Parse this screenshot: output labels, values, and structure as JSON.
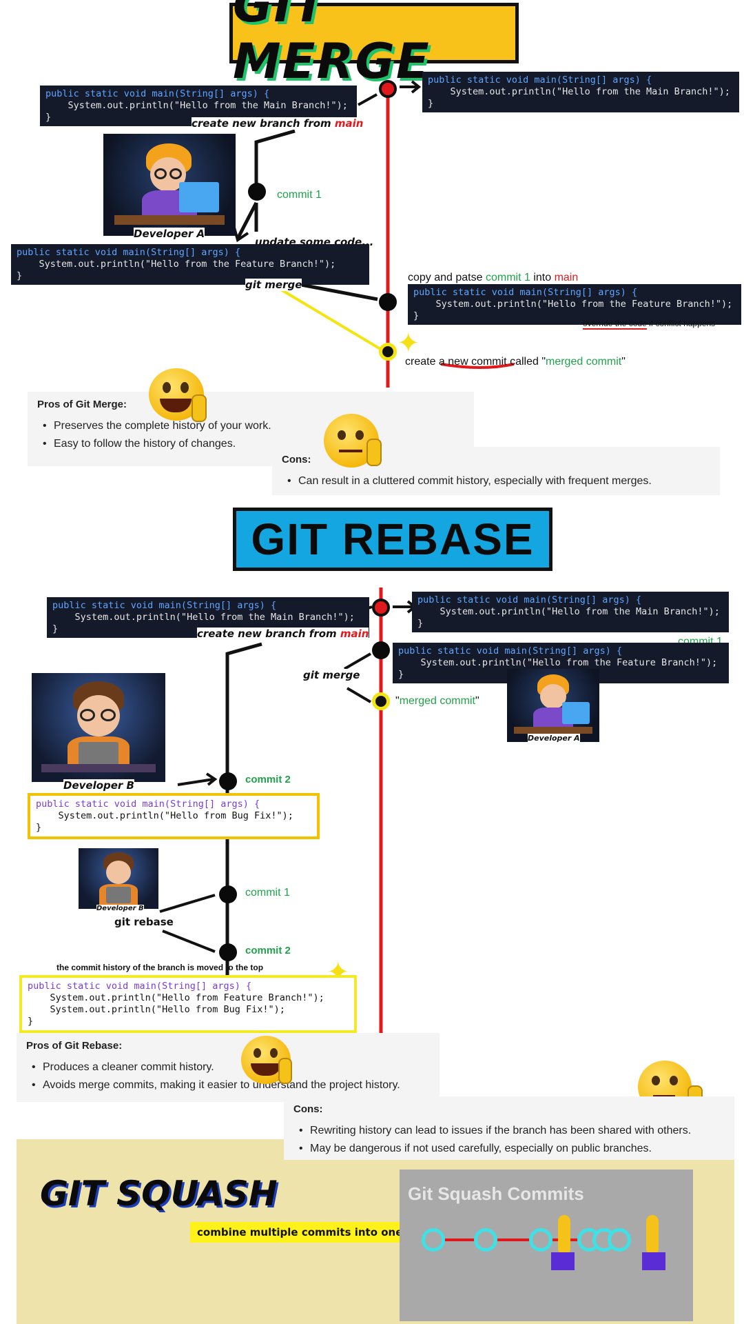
{
  "merge": {
    "title": "GIT MERGE",
    "code_main_left": [
      "public static void main(String[] args) {",
      "    System.out.println(\"Hello from the Main Branch!\");",
      "}"
    ],
    "code_main_right": [
      "public static void main(String[] args) {",
      "    System.out.println(\"Hello from the Main Branch!\");",
      "}"
    ],
    "create_branch_prefix": "create new branch from ",
    "create_branch_main": "main",
    "commit1": "commit 1",
    "dev_a": "Developer A",
    "update_code": "update some code...",
    "code_feature": [
      "public static void main(String[] args) {",
      "    System.out.println(\"Hello from the Feature Branch!\");",
      "}"
    ],
    "git_merge": "git merge",
    "copy_paste_1": "copy and patse ",
    "copy_paste_commit": "commit 1",
    "copy_paste_into": " into ",
    "copy_paste_main": "main",
    "code_merged": [
      "public static void main(String[] args) {",
      "    System.out.println(\"Hello from the Feature Branch!\");",
      "}"
    ],
    "override_note_a": "override the code",
    "override_note_b": " if conflict happens",
    "new_commit_a": "create ",
    "new_commit_b": "a new commit",
    "new_commit_c": " called \"",
    "new_commit_d": "merged commit",
    "new_commit_e": "\"",
    "pros_title": "Pros of Git Merge:",
    "pros": [
      "Preserves the complete history of your work.",
      "Easy to follow the history of changes."
    ],
    "cons_title": "Cons:",
    "cons": [
      "Can result in a cluttered commit history, especially with frequent merges."
    ]
  },
  "rebase": {
    "title": "GIT REBASE",
    "code_main_left": [
      "public static void main(String[] args) {",
      "    System.out.println(\"Hello from the Main Branch!\");",
      "}"
    ],
    "code_main_right": [
      "public static void main(String[] args) {",
      "    System.out.println(\"Hello from the Main Branch!\");",
      "}"
    ],
    "create_branch_prefix": "create new branch from ",
    "create_branch_main": "main",
    "code_feature": [
      "public static void main(String[] args) {",
      "    System.out.println(\"Hello from the Feature Branch!\");",
      "}"
    ],
    "commit1_top": "commit 1",
    "git_merge": "git merge",
    "merged_commit_q1": "\"",
    "merged_commit": "merged commit",
    "merged_commit_q2": "\"",
    "dev_a": "Developer A",
    "dev_b": "Developer B",
    "commit2": "commit 2",
    "code_bugfix": [
      "public static void main(String[] args) {",
      "    System.out.println(\"Hello from Bug Fix!\");",
      "}"
    ],
    "dev_b_small": "Developer B",
    "commit1_lower": "commit 1",
    "git_rebase": "git rebase",
    "commit2_lower": "commit 2",
    "moved_note": "the commit history of the  branch is moved to the top",
    "code_rebased": [
      "public static void main(String[] args) {",
      "    System.out.println(\"Hello from Feature Branch!\");",
      "    System.out.println(\"Hello from Bug Fix!\");",
      "}"
    ],
    "pros_title": "Pros of Git Rebase:",
    "pros": [
      "Produces a cleaner commit history.",
      "Avoids merge commits, making it easier to understand the project history."
    ],
    "cons_title": "Cons:",
    "cons": [
      "Rewriting history can lead to issues if the branch has been shared with others.",
      "May be dangerous if not used carefully, especially on public branches."
    ]
  },
  "squash": {
    "title": "GIT SQUASH",
    "subtitle": "combine multiple commits into one",
    "box_title": "Git Squash Commits"
  },
  "colors": {
    "merge_title_bg": "#f9c21b",
    "rebase_title_bg": "#14a6e0",
    "timeline": "#e0191c",
    "commit_green": "#1fa34a",
    "highlight_yellow": "#f4e40f"
  },
  "icons": {
    "happy_face": "grinning-thumbs-up-emoji",
    "sad_face": "neutral-thumbs-down-emoji",
    "hand": "pressing-hands-emoji",
    "sparkle": "sparkle-star"
  }
}
